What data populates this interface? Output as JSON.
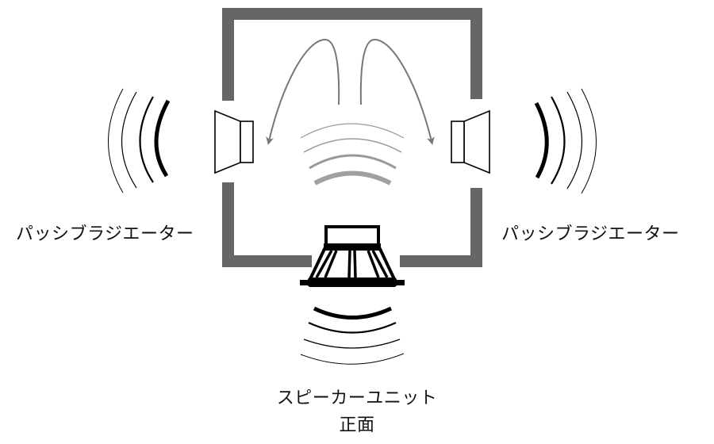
{
  "diagram": {
    "title": "",
    "labels": {
      "passive_radiator_left": "パッシブラジエーター",
      "passive_radiator_right": "パッシブラジエーター",
      "speaker_unit_line1": "スピーカーユニット",
      "speaker_unit_line2": "正面"
    },
    "colors": {
      "enclosure_wall": "#666666",
      "airflow_arrow": "#777777",
      "inner_wave": "#999999",
      "outer_wave": "#000000",
      "background": "#ffffff"
    },
    "components": [
      {
        "id": "enclosure",
        "type": "box",
        "description": "Speaker enclosure walls with openings on left, right and bottom"
      },
      {
        "id": "passive-radiator-left",
        "type": "passive-radiator",
        "facing": "left"
      },
      {
        "id": "passive-radiator-right",
        "type": "passive-radiator",
        "facing": "right"
      },
      {
        "id": "speaker-unit",
        "type": "woofer",
        "facing": "down"
      },
      {
        "id": "airflow-arrows",
        "type": "arrow",
        "count": 2,
        "description": "Internal air pressure curving toward each passive radiator"
      },
      {
        "id": "internal-waves",
        "type": "sound-waves",
        "count": 4
      },
      {
        "id": "left-waves",
        "type": "sound-waves",
        "count": 4
      },
      {
        "id": "right-waves",
        "type": "sound-waves",
        "count": 4
      },
      {
        "id": "bottom-waves",
        "type": "sound-waves",
        "count": 4
      }
    ]
  }
}
